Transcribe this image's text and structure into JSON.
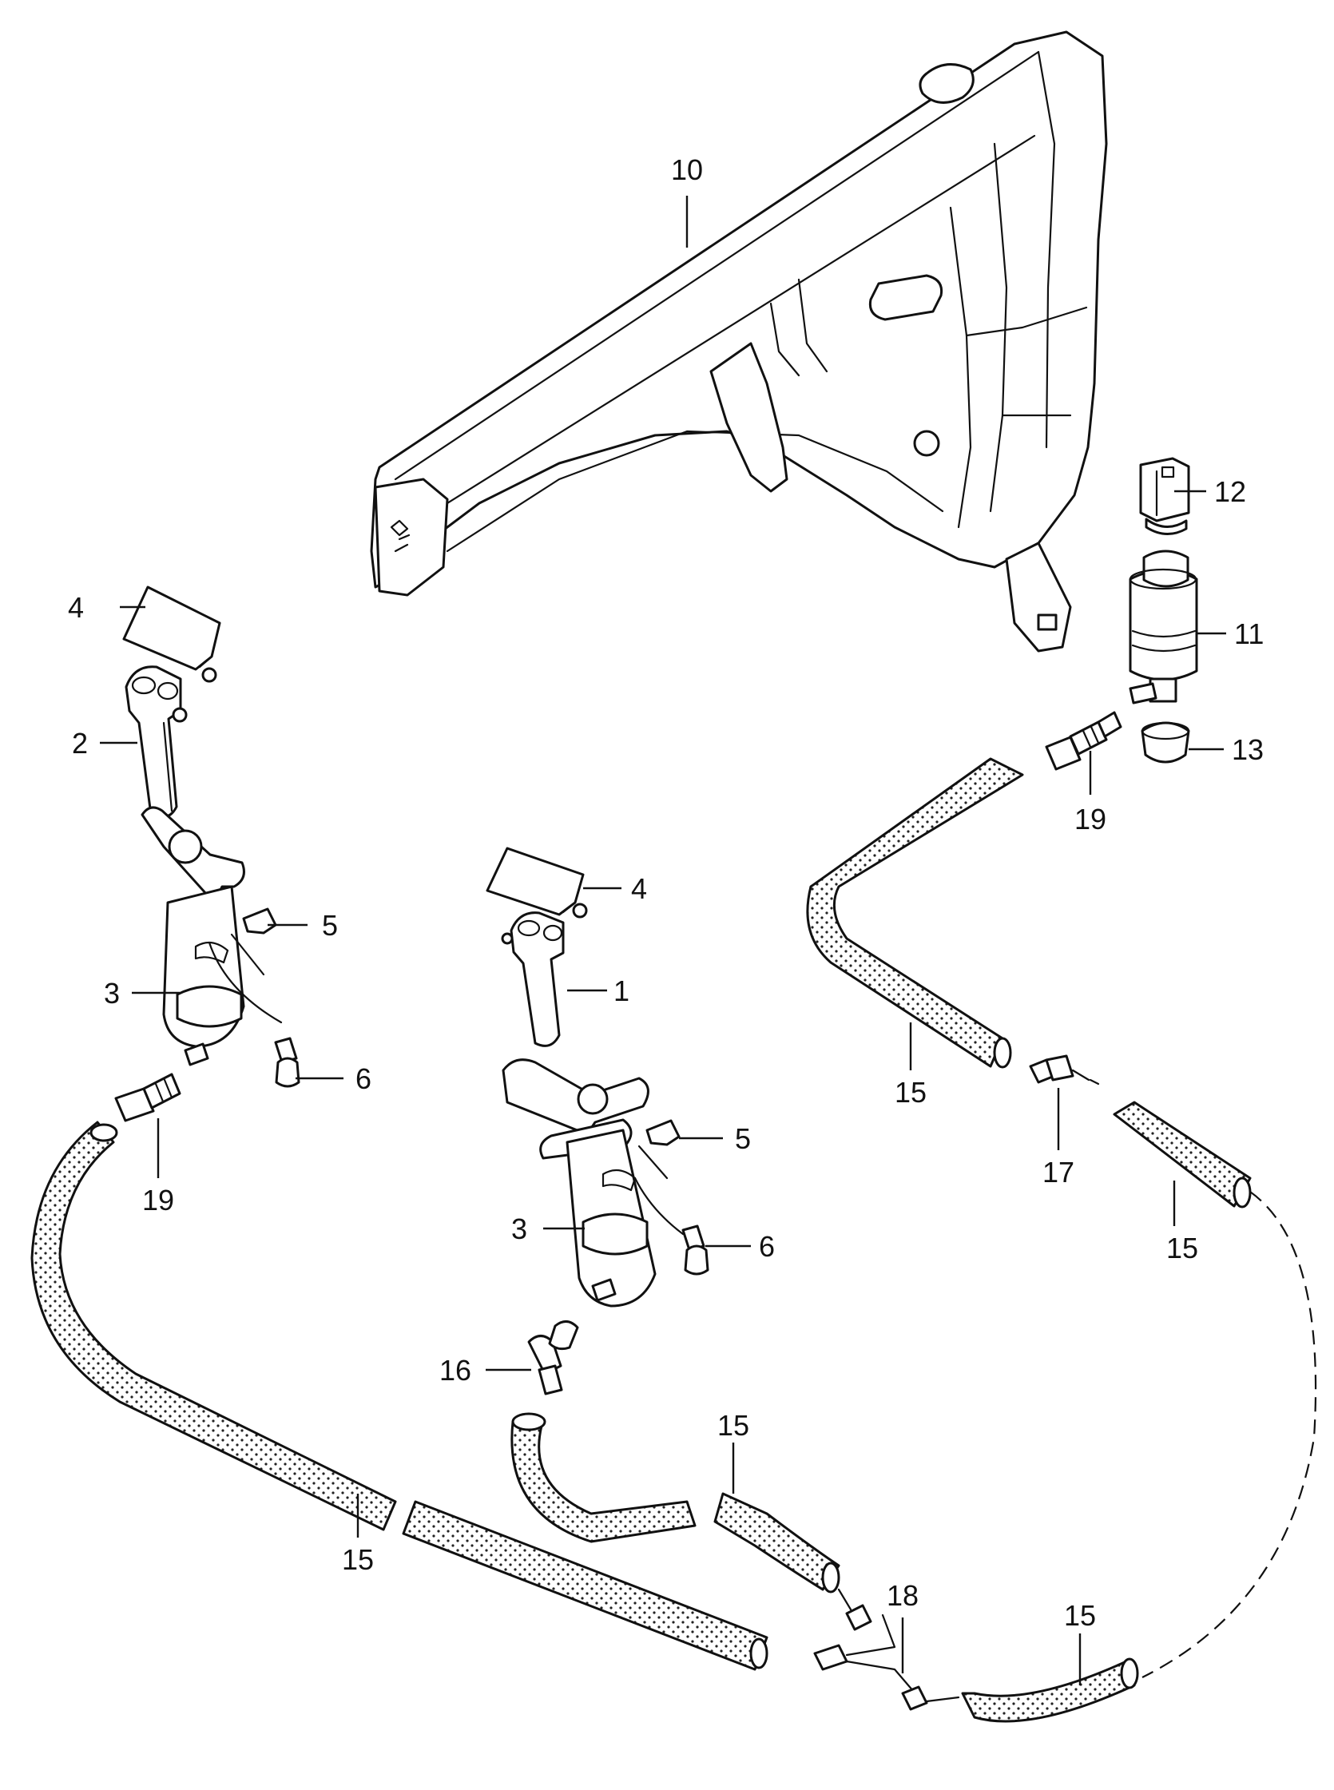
{
  "callouts": {
    "c10": "10",
    "c12": "12",
    "c11": "11",
    "c13": "13",
    "c19_right": "19",
    "c4_left": "4",
    "c2": "2",
    "c5_left": "5",
    "c3_left": "3",
    "c6_left": "6",
    "c19_left": "19",
    "c4_mid": "4",
    "c1": "1",
    "c5_mid": "5",
    "c3_mid": "3",
    "c6_mid": "6",
    "c16": "16",
    "c15_upper_right": "15",
    "c17": "17",
    "c15_right": "15",
    "c15_left": "15",
    "c15_mid": "15",
    "c18": "18",
    "c15_bottom_right": "15"
  }
}
